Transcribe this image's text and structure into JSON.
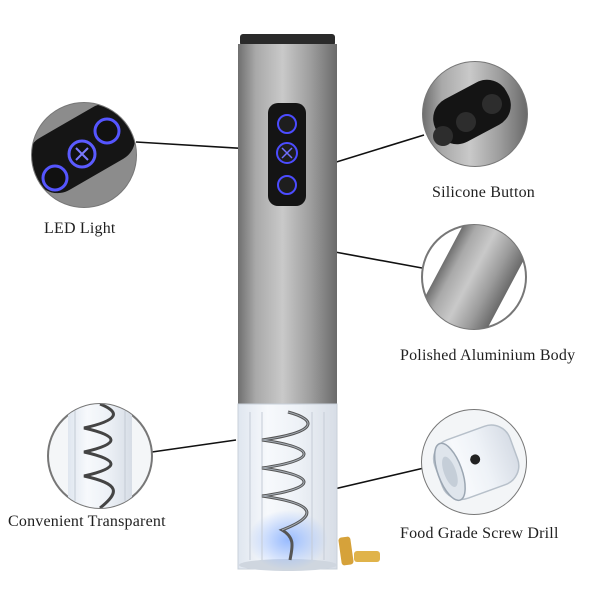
{
  "labels": {
    "led": "LED Light",
    "silicone": "Silicone Button",
    "body": "Polished Aluminium Body",
    "transparent": "Convenient Transparent",
    "drill": "Food Grade Screw Drill"
  },
  "colors": {
    "background": "#ffffff",
    "body_metal": "#9a9a9a",
    "led_glow": "#4c4cff",
    "callout_line": "#111111"
  }
}
